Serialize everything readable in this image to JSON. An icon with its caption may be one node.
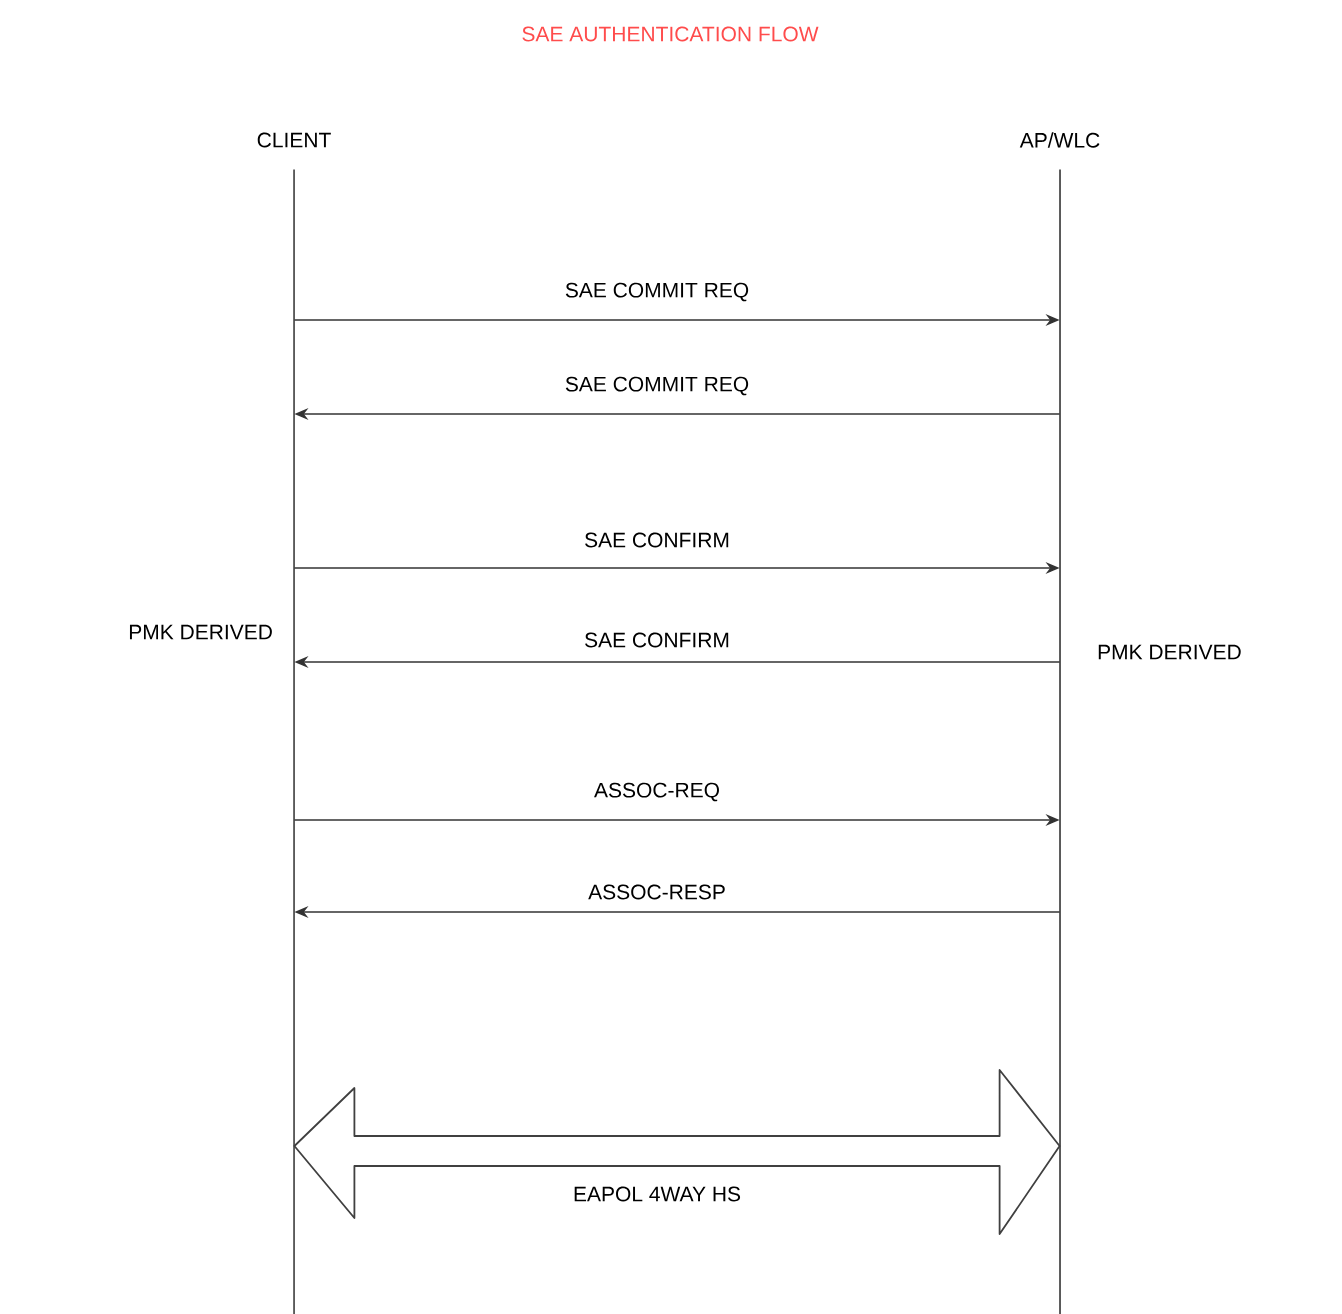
{
  "diagram": {
    "title": "SAE AUTHENTICATION FLOW",
    "nodes": [
      {
        "text": [
          "CLIENT"
        ],
        "beside": [
          "PMK DERIVED"
        ]
      },
      {
        "text": [
          "AP/WLC"
        ],
        "beside": [
          "PMK DERIVED"
        ]
      }
    ],
    "edges": [
      {
        "from": 0,
        "to": 1,
        "arrow": "to",
        "label": "SAE COMMIT REQ"
      },
      {
        "from": 1,
        "to": 0,
        "arrow": "to",
        "label": "SAE COMMIT REQ"
      },
      {
        "from": 0,
        "to": 1,
        "arrow": "to",
        "label": "SAE CONFIRM"
      },
      {
        "from": 1,
        "to": 0,
        "arrow": "to",
        "label": "SAE CONFIRM"
      },
      {
        "from": 0,
        "to": 1,
        "arrow": "to",
        "label": "ASSOC-REQ"
      },
      {
        "from": 1,
        "to": 0,
        "arrow": "to",
        "label": "ASSOC-RESP"
      },
      {
        "from": 0,
        "to": 1,
        "arrow": "both",
        "label": "EAPOL 4WAY HS",
        "style": "thick"
      }
    ]
  }
}
